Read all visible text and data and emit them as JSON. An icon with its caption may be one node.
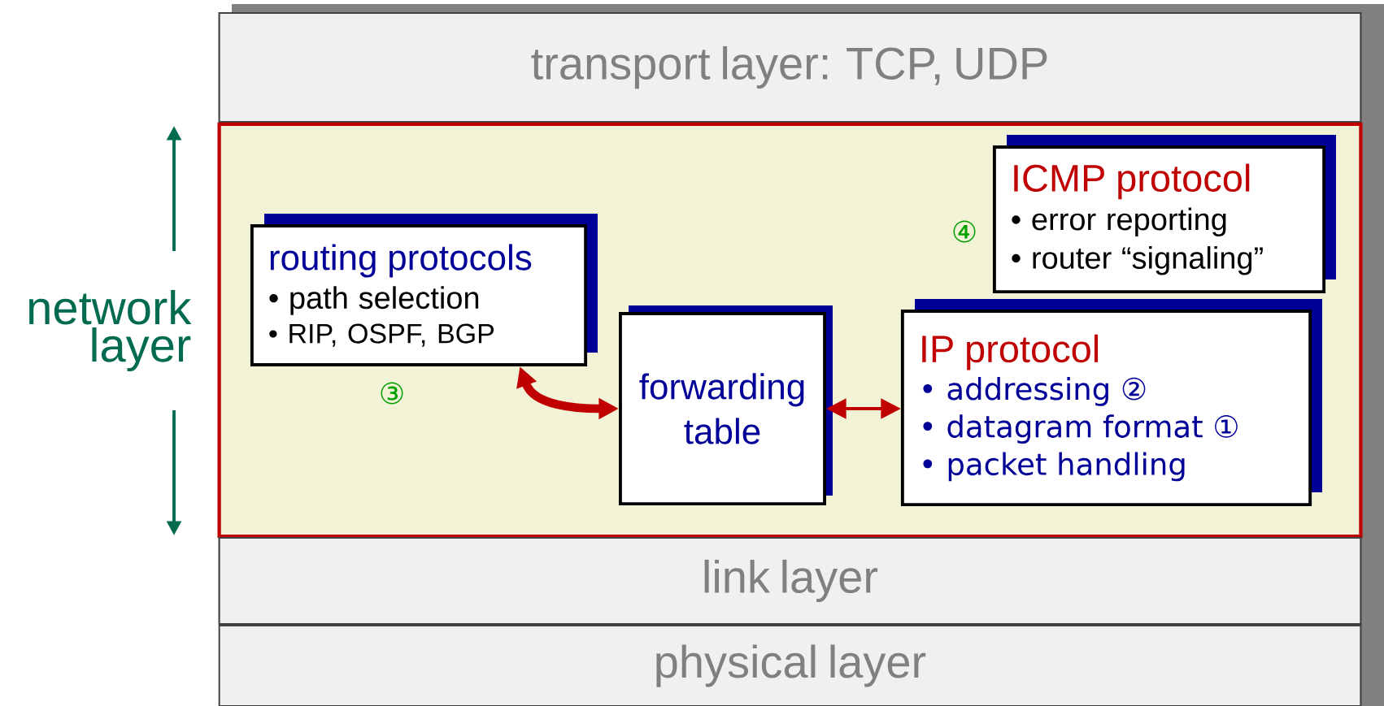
{
  "diagram": {
    "nodes": [
      {
        "text": [
          "transport layer: TCP, UDP"
        ]
      },
      {
        "text": [],
        "shape": "box"
      },
      {
        "text": [
          "routing protocols",
          "• path selection",
          "• RIP, OSPF, BGP"
        ],
        "in": 1,
        "beside": [
          "③"
        ]
      },
      {
        "text": [
          "forwarding table"
        ],
        "in": 1
      },
      {
        "text": [
          "ICMP protocol",
          "• error reporting",
          "• router “signaling”"
        ],
        "in": 1,
        "beside": [
          "④"
        ]
      },
      {
        "text": [
          "IP protocol",
          "• addressing   ②",
          "• datagram format ①",
          "• packet handling"
        ],
        "in": 1
      },
      {
        "text": [
          "link layer"
        ]
      },
      {
        "text": [
          "physical layer"
        ]
      }
    ],
    "edges": [
      {
        "from": 2,
        "to": 3,
        "arrow": "both",
        "style": "thick"
      },
      {
        "from": 3,
        "to": 5,
        "arrow": "both"
      }
    ],
    "labels": [
      "network layer"
    ]
  }
}
